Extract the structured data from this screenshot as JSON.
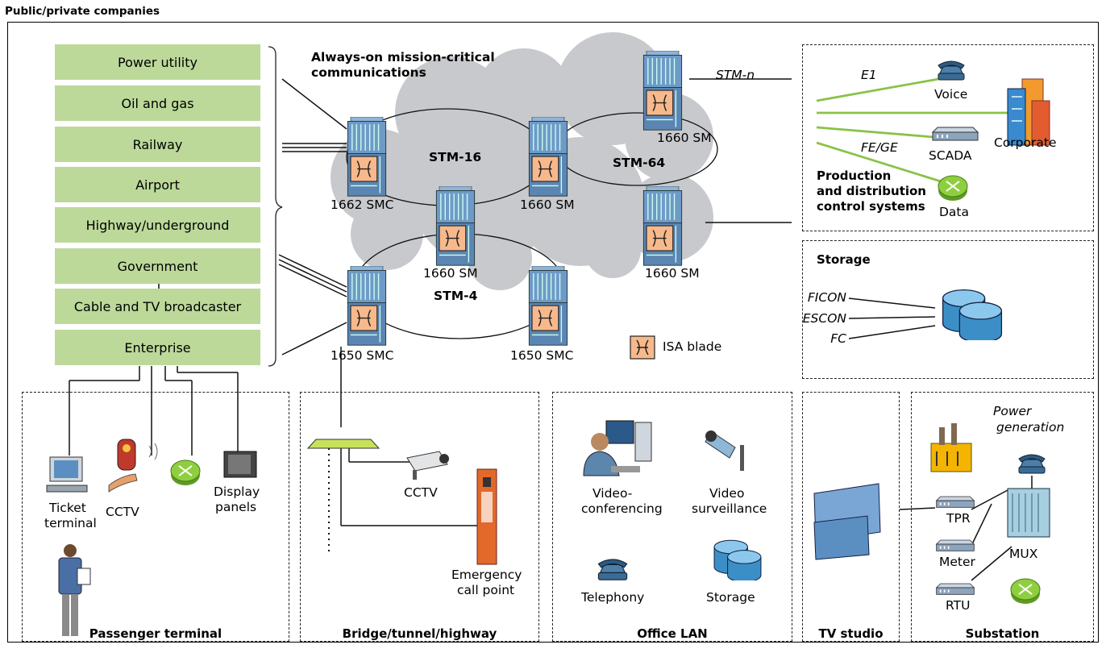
{
  "title": "Public/private companies",
  "sectors": [
    "Power utility",
    "Oil and gas",
    "Railway",
    "Airport",
    "Highway/underground",
    "Government",
    "Cable and TV broadcaster",
    "Enterprise"
  ],
  "network": {
    "heading_line1": "Always-on mission-critical",
    "heading_line2": "communications",
    "rings": {
      "stm16": "STM-16",
      "stm64": "STM-64",
      "stm4": "STM-4",
      "stmn": "STM-n"
    },
    "nodes": {
      "n1662": "1662 SMC",
      "n1660_top": "1660 SM",
      "n1660_right": "1660 SM",
      "n1660_mid": "1660 SM",
      "n1660_far": "1660 SM",
      "n1650_left": "1650 SMC",
      "n1650_right": "1650 SMC"
    },
    "legend": "ISA blade"
  },
  "production": {
    "e1": "E1",
    "voice": "Voice",
    "corporate": "Corporate",
    "fege": "FE/GE",
    "scada": "SCADA",
    "data": "Data",
    "heading_line1": "Production",
    "heading_line2": "and distribution",
    "heading_line3": "control systems"
  },
  "storage_panel": {
    "heading": "Storage",
    "ficon": "FICON",
    "escon": "ESCON",
    "fc": "FC"
  },
  "passenger": {
    "heading": "Passenger terminal",
    "ticket1": "Ticket",
    "ticket2": "terminal",
    "cctv": "CCTV",
    "display1": "Display",
    "display2": "panels"
  },
  "bridge": {
    "heading": "Bridge/tunnel/highway",
    "cctv": "CCTV",
    "emergency1": "Emergency",
    "emergency2": "call point"
  },
  "office": {
    "heading": "Office LAN",
    "video1": "Video-",
    "video2": "conferencing",
    "surv1": "Video",
    "surv2": "surveillance",
    "telephony": "Telephony",
    "storage": "Storage"
  },
  "tv": {
    "heading": "TV studio"
  },
  "substation": {
    "heading": "Substation",
    "power1": "Power",
    "power2": "generation",
    "tpr": "TPR",
    "meter": "Meter",
    "rtu": "RTU",
    "mux": "MUX"
  },
  "colors": {
    "sector_fill": "#bcd99a",
    "green_link": "#8ac24a",
    "cloud": "#c8c9cc",
    "isa_blade": "#f7b98c",
    "router": "#8fcf3f"
  }
}
